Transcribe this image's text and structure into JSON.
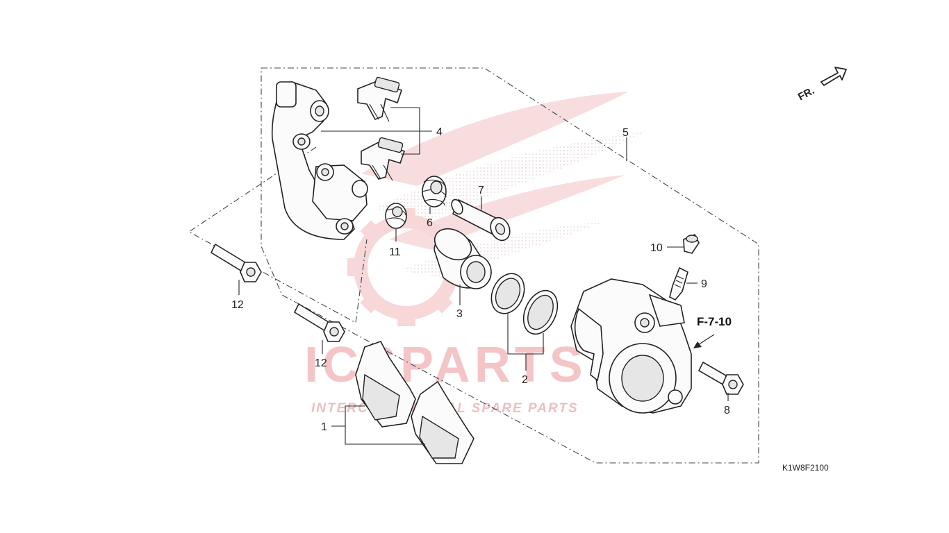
{
  "watermark": {
    "brand": "ICSPARTS",
    "tagline": "INTERCONTINENTAL SPARE PARTS",
    "brand_color": "#d9333a",
    "tint_color": "#f3c4c6"
  },
  "direction_indicator": {
    "label": "FR."
  },
  "reference_tag": {
    "label": "F-7-10"
  },
  "diagram_code": {
    "label": "K1W8F2100"
  },
  "callouts": {
    "n1": "1",
    "n2": "2",
    "n3": "3",
    "n4": "4",
    "n5": "5",
    "n6": "6",
    "n7": "7",
    "n8": "8",
    "n9": "9",
    "n10": "10",
    "n11": "11",
    "n12a": "12",
    "n12b": "12"
  }
}
